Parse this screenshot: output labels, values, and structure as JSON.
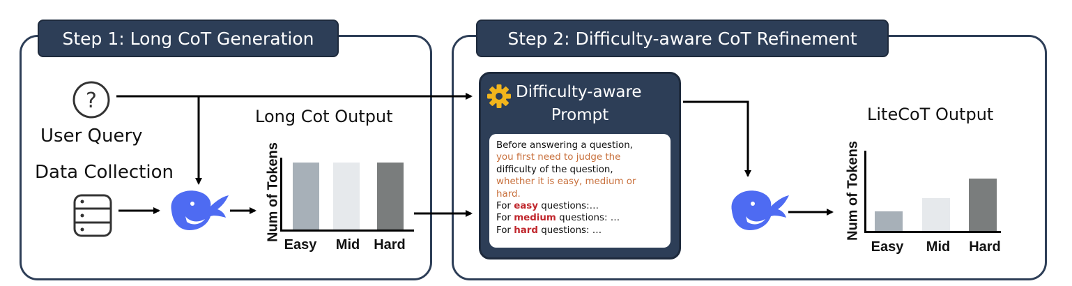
{
  "step1": {
    "label": "Step 1: Long CoT Generation",
    "user_query": "User Query",
    "data_collection": "Data Collection",
    "chart_title": "Long Cot Output"
  },
  "step2": {
    "label": "Step 2: Difficulty-aware CoT Refinement",
    "prompt_title_line1": "Difficulty-aware",
    "prompt_title_line2": "Prompt",
    "chart_title": "LiteCoT Output",
    "prompt": {
      "line1": "Before answering a question,",
      "line2": "you first need to judge the",
      "line3": "difficulty of the question,",
      "line4": "whether it is easy, medium or",
      "line5": "hard.",
      "easy_prefix": "For ",
      "easy_word": "easy",
      "easy_suffix": " questions:…",
      "medium_prefix": "For ",
      "medium_word": "medium",
      "medium_suffix": " questions: …",
      "hard_prefix": "For ",
      "hard_word": "hard",
      "hard_suffix": " questions: …"
    }
  },
  "icons": {
    "question": "question-circle-icon",
    "database": "database-icon",
    "whale": "whale-model-icon",
    "gear": "gear-icon"
  },
  "colors": {
    "panel_dark": "#2d3e57",
    "bar_easy": "#a7b0b8",
    "bar_mid": "#e6e9ec",
    "bar_hard": "#7a7d7d",
    "whale": "#4e6bf2",
    "highlight_orange": "#c8703c",
    "highlight_red": "#c0272d"
  },
  "chart_data": [
    {
      "type": "bar",
      "title": "Long Cot Output",
      "ylabel": "Num of Tokens",
      "categories": [
        "Easy",
        "Mid",
        "Hard"
      ],
      "values": [
        1.0,
        1.0,
        1.0
      ]
    },
    {
      "type": "bar",
      "title": "LiteCoT Output",
      "ylabel": "Num of Tokens",
      "categories": [
        "Easy",
        "Mid",
        "Hard"
      ],
      "values": [
        0.28,
        0.47,
        0.75
      ]
    }
  ]
}
